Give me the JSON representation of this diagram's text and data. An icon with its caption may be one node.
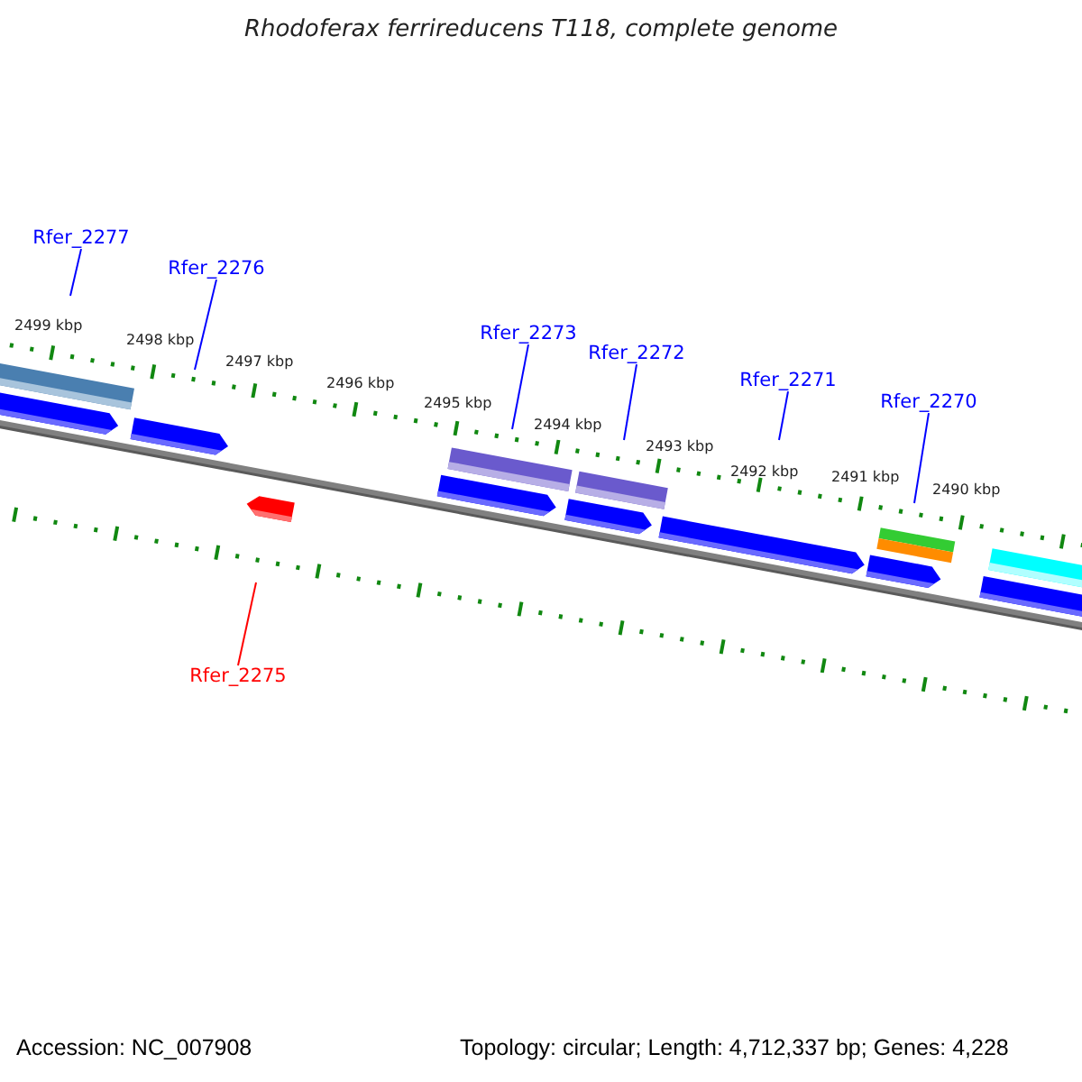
{
  "diagram": {
    "title": "Rhodoferax ferrireducens T118, complete genome",
    "nodes": [
      {
        "text": [
          "Rfer_2277"
        ]
      },
      {
        "text": [
          "Rfer_2276"
        ]
      },
      {
        "text": [
          "Rfer_2273"
        ]
      },
      {
        "text": [
          "Rfer_2272"
        ]
      },
      {
        "text": [
          "Rfer_2271"
        ]
      },
      {
        "text": [
          "Rfer_2270"
        ]
      },
      {
        "text": [
          "Rfer_2275"
        ]
      }
    ],
    "edges": [
      {
        "from": 0,
        "to": null,
        "arrow": "none"
      },
      {
        "from": 1,
        "to": null,
        "arrow": "none"
      },
      {
        "from": 2,
        "to": null,
        "arrow": "none"
      },
      {
        "from": 3,
        "to": null,
        "arrow": "none"
      },
      {
        "from": 4,
        "to": null,
        "arrow": "none"
      },
      {
        "from": 5,
        "to": null,
        "arrow": "none"
      },
      {
        "from": 6,
        "to": null,
        "arrow": "none",
        "color": "#ff0000"
      }
    ],
    "labels": [
      "2499 kbp",
      "2498 kbp",
      "2497 kbp",
      "2496 kbp",
      "2495 kbp",
      "2494 kbp",
      "2493 kbp",
      "2492 kbp",
      "2491 kbp",
      "2490 kbp",
      "Accession: NC_007908",
      "Topology: circular; Length: 4,712,337 bp; Genes: 4,228"
    ]
  }
}
